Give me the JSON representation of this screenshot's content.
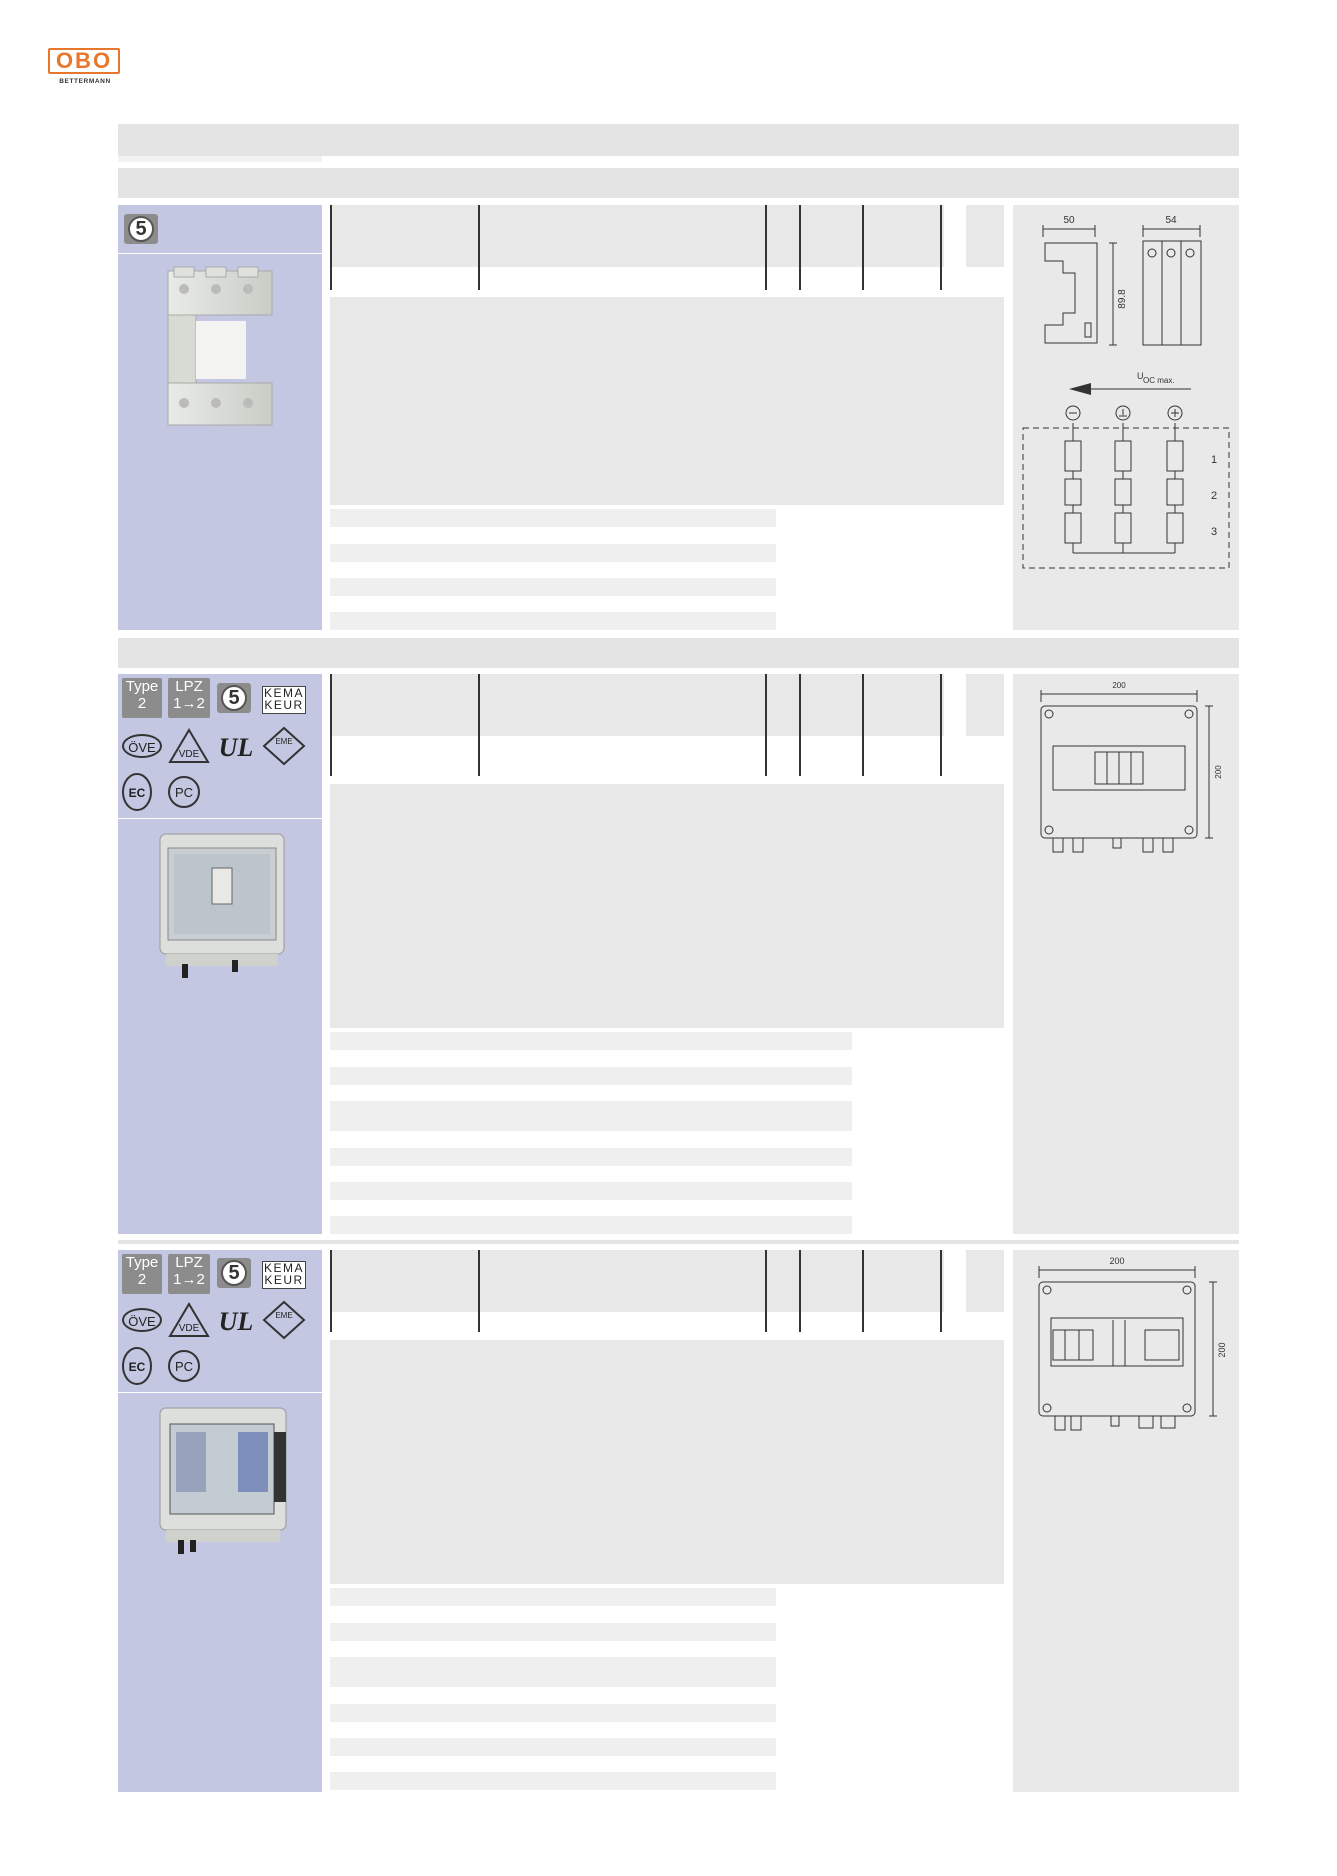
{
  "brand": {
    "name": "OBO",
    "sub": "BETTERMANN"
  },
  "products": [
    {
      "certs": {
        "five": "5"
      },
      "drawing": {
        "dim_width": "50",
        "dim_depth": "54",
        "dim_height": "89.8",
        "voltage_label": "U",
        "voltage_sub": "OC max.",
        "path_labels": [
          "1",
          "2",
          "3"
        ]
      }
    },
    {
      "certs": {
        "type": "Type",
        "type_num": "2",
        "lpz": "LPZ",
        "lpz_range": "1→2",
        "five": "5",
        "kema_top": "KEMA",
        "kema_bottom": "KEUR",
        "ove": "ÖVE",
        "vde": "VDE",
        "ul": "UL",
        "eme": "EME",
        "gost": "PC",
        "ec": "EC"
      },
      "drawing": {
        "dim_width": "200",
        "dim_height": "200"
      }
    },
    {
      "certs": {
        "type": "Type",
        "type_num": "2",
        "lpz": "LPZ",
        "lpz_range": "1→2",
        "five": "5",
        "kema_top": "KEMA",
        "kema_bottom": "KEUR",
        "ove": "ÖVE",
        "vde": "VDE",
        "ul": "UL",
        "eme": "EME",
        "gost": "PC",
        "ec": "EC"
      },
      "drawing": {
        "dim_width": "200",
        "dim_height": "200"
      }
    }
  ]
}
